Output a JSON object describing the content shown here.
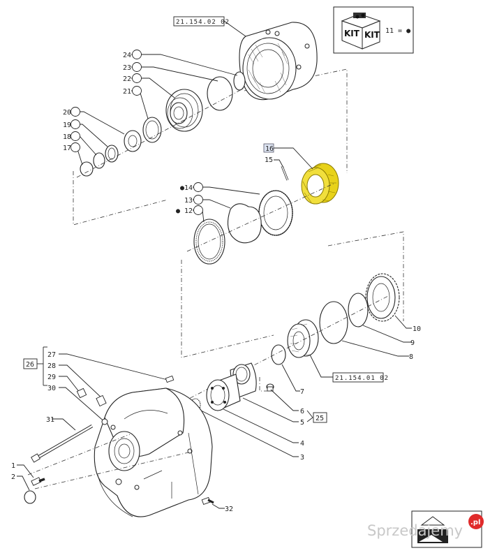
{
  "references": {
    "top": "21.154.02 02",
    "mid": "21.154.01 02"
  },
  "kit": {
    "label_1": "KIT",
    "label_2": "KIT",
    "legend": "11 = ●"
  },
  "groups": {
    "left": "26",
    "right": "25"
  },
  "callouts": [
    "24",
    "23",
    "22",
    "21",
    "20",
    "19",
    "18",
    "17",
    "16",
    "15",
    "14",
    "13",
    "12",
    "10",
    "9",
    "8",
    "7",
    "6",
    "5",
    "4",
    "3",
    "1",
    "2",
    "27",
    "28",
    "29",
    "30",
    "31",
    "32"
  ],
  "kit_marker": "●",
  "watermark": {
    "text": "Sprzedajemy",
    "suffix": ".pl"
  },
  "colors": {
    "highlight": "#e8d21a",
    "highlight_stroke": "#8a7a00",
    "callout_box": "#dde4f2",
    "watermark_badge": "#e02b2b"
  }
}
